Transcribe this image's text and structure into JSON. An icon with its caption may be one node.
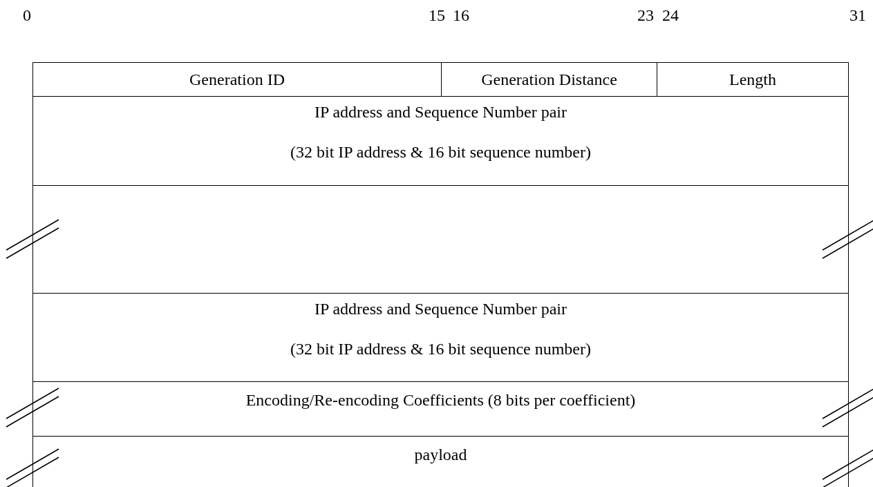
{
  "diagram": {
    "nodes": [
      {
        "text": [
          "Generation ID"
        ]
      },
      {
        "text": [
          "Generation Distance"
        ]
      },
      {
        "text": [
          "Length"
        ]
      },
      {
        "text": [
          "IP address and Sequence Number pair",
          "(32 bit IP address & 16 bit sequence number)"
        ]
      },
      {
        "text": [],
        "shape": "box"
      },
      {
        "text": [
          "IP address and Sequence Number pair",
          "(32 bit IP address & 16 bit sequence number)"
        ]
      },
      {
        "text": [
          "Encoding/Re-encoding Coefficients (8 bits per coefficient)"
        ]
      },
      {
        "text": [
          "payload"
        ]
      }
    ],
    "labels": [
      "0",
      "15",
      "16",
      "23",
      "24",
      "31"
    ]
  }
}
